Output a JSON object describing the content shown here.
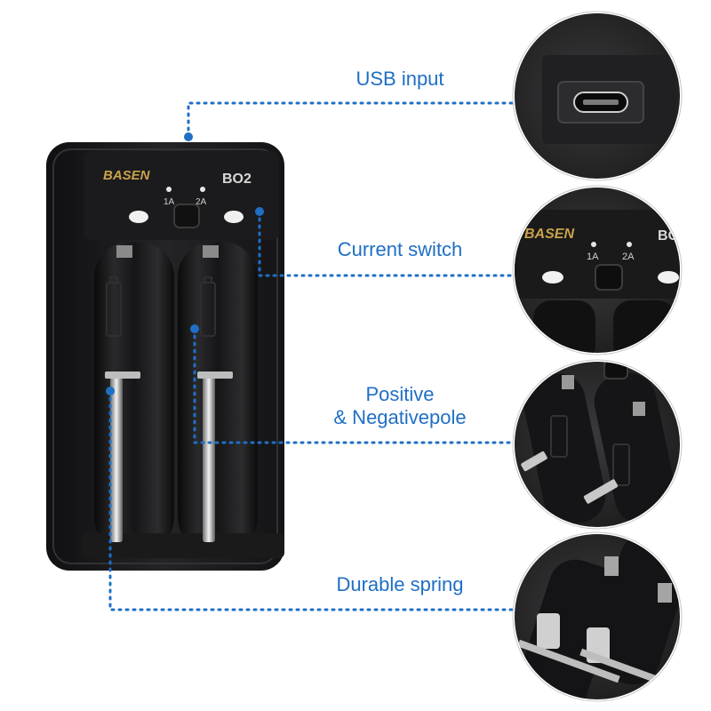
{
  "product": {
    "brand": "BASEN",
    "model": "BO2",
    "current_options": [
      "1A",
      "2A"
    ]
  },
  "callouts": {
    "usb_input": "USB input",
    "current_switch": "Current switch",
    "pole_line1": "Positive",
    "pole_line2": "& Negativepole",
    "durable_spring": "Durable spring"
  },
  "zoom": {
    "brand": "BASEN",
    "model_partial": "BO",
    "opt1": "1A",
    "opt2": "2A",
    "corner_opt": "1A"
  },
  "colors": {
    "accent": "#1f6fc4",
    "body": "#1c1c1e",
    "logo_gold": "#c9a24a"
  }
}
